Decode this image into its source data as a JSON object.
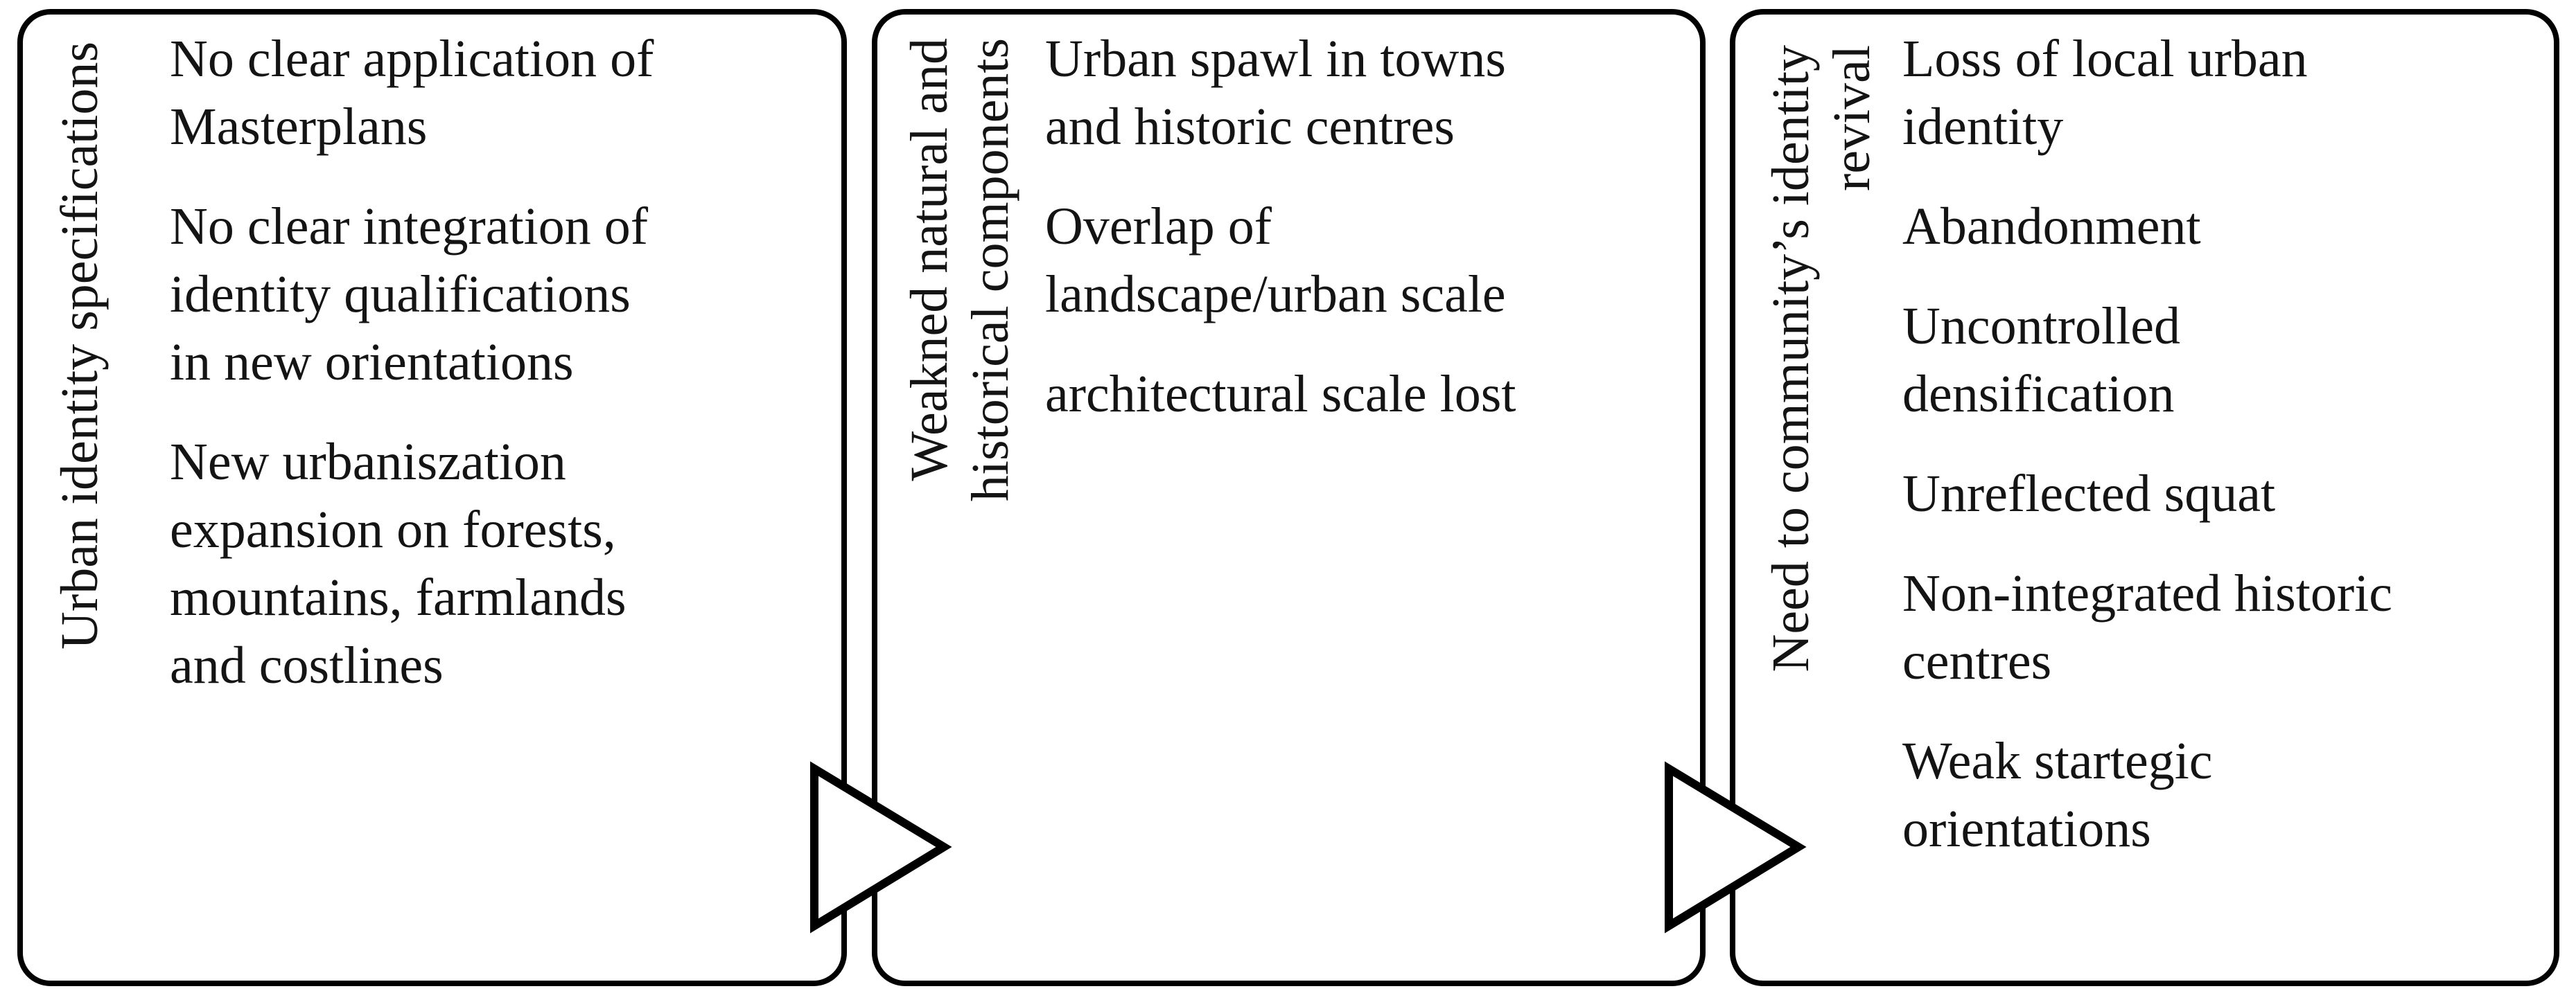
{
  "figure": {
    "type": "flow-diagram",
    "background_color": "#ffffff",
    "stroke_color": "#000000",
    "text_color": "#141414",
    "panels": [
      {
        "id": "urban-identity-specifications",
        "label": "Urban identity specifications",
        "items": [
          "No clear application of\nMasterplans",
          "No clear integration of\nidentity qualifications\nin new orientations",
          "New urbaniszation\nexpansion on forests,\nmountains, farmlands\nand costlines"
        ]
      },
      {
        "id": "weakned-natural-historical-components",
        "label": "Weakned natural and\nhistorical components",
        "items": [
          "Urban spawl in towns\nand historic centres",
          "Overlap of\nlandscape/urban scale",
          "architectural scale lost"
        ]
      },
      {
        "id": "community-identity-revival",
        "label": "Need to community’s identity\nrevival",
        "items": [
          "Loss of local urban\nidentity",
          "Abandonment",
          "Uncontrolled\ndensification",
          "Unreflected squat",
          "Non-integrated historic\ncentres",
          "Weak startegic\norientations"
        ]
      }
    ],
    "arrows": [
      {
        "id": "arrow-1",
        "direction": "right"
      },
      {
        "id": "arrow-2",
        "direction": "right"
      }
    ]
  }
}
